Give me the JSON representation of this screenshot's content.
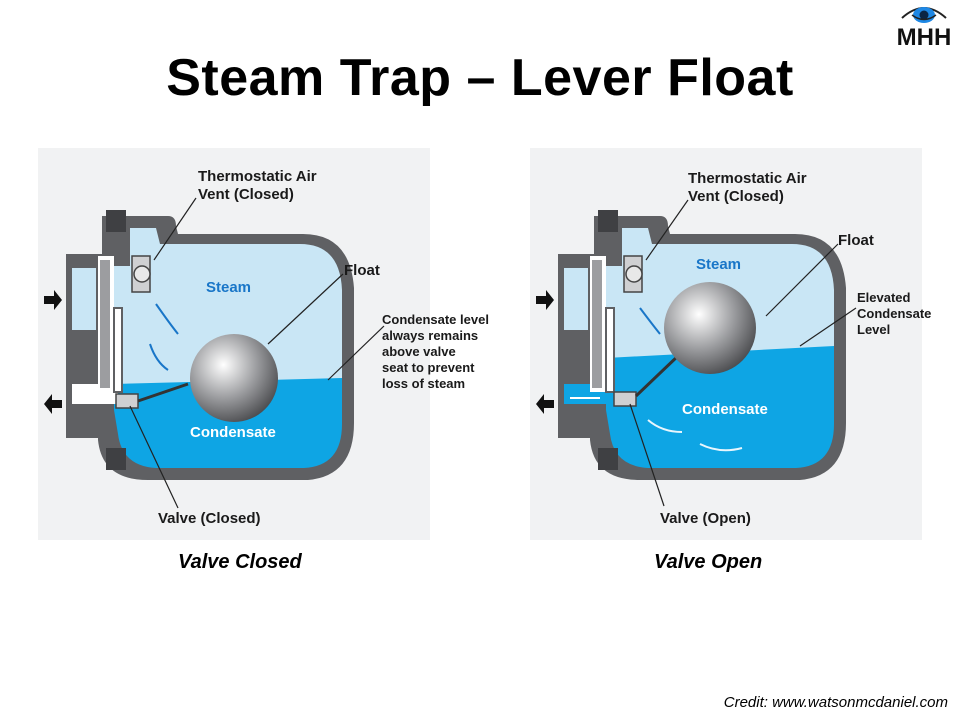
{
  "title": "Steam Trap – Lever Float",
  "logo": {
    "text": "MHH",
    "icon": "eye-icon"
  },
  "left_panel": {
    "caption": "Valve Closed",
    "labels": {
      "air_vent": "Thermostatic Air\nVent (Closed)",
      "float": "Float",
      "steam": "Steam",
      "condensate": "Condensate",
      "condensate_note": "Condensate level\nalways remains\nabove valve\nseat to prevent\nloss of steam",
      "valve": "Valve (Closed)"
    }
  },
  "right_panel": {
    "caption": "Valve Open",
    "labels": {
      "air_vent": "Thermostatic Air\nVent (Closed)",
      "float": "Float",
      "steam": "Steam",
      "condensate": "Condensate",
      "elevated": "Elevated\nCondensate\nLevel",
      "valve": "Valve (Open)"
    }
  },
  "credit": "Credit: www.watsonmcdaniel.com",
  "colors": {
    "steam": "#c9e6f5",
    "condensate": "#0ea5e4",
    "body": "#5f6063",
    "body_dark": "#3f4043",
    "accent_blue": "#1976c8"
  }
}
